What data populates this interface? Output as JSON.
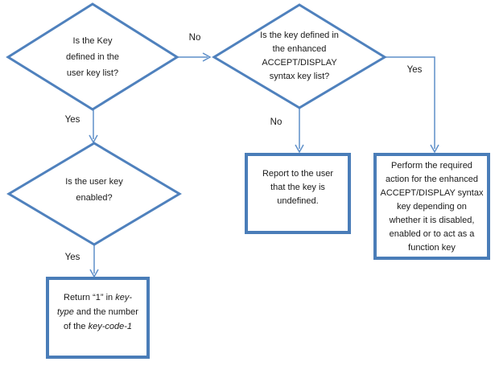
{
  "diagram": {
    "type": "flowchart",
    "colors": {
      "shape_border": "#4f81bd",
      "box_border": "#4a7db8",
      "connector": "#5e8fc9",
      "text": "#1a1a1a",
      "background": "#ffffff"
    },
    "decisions": {
      "d1": {
        "lines": [
          "Is the Key",
          "defined in the",
          "user key list?"
        ]
      },
      "d2": {
        "lines": [
          "Is the key defined in",
          "the enhanced",
          "ACCEPT/DISPLAY",
          "syntax key list?"
        ]
      },
      "d3": {
        "lines": [
          "Is the user key",
          "enabled?"
        ]
      }
    },
    "processes": {
      "report": {
        "lines": [
          "Report to the user",
          "that the key is",
          "undefined."
        ]
      },
      "perform": {
        "lines": [
          "Perform the required",
          "action for the enhanced",
          "ACCEPT/DISPLAY syntax",
          "key depending on",
          "whether it is disabled,",
          "enabled or to act as a",
          "function key"
        ]
      },
      "return": {
        "l1a": "Return “1” in ",
        "l1b": "key-",
        "l2a": "type",
        "l2b": " and the number",
        "l3a": "of the ",
        "l3b": "key-code-1"
      }
    },
    "edge_labels": {
      "no1": "No",
      "yes1": "Yes",
      "no2": "No",
      "yes2": "Yes",
      "yes3": "Yes"
    }
  }
}
